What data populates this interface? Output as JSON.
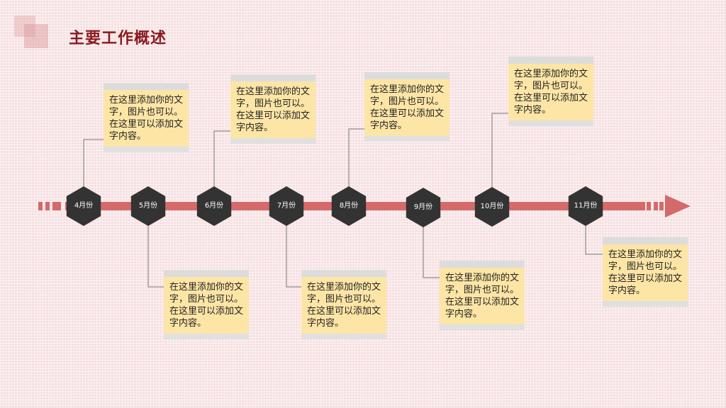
{
  "title": "主要工作概述",
  "colors": {
    "accent": "#8a1a1f",
    "arrow": "#d46a6a",
    "hex": "#333333",
    "note": "#fde5a6"
  },
  "milestones": [
    {
      "label": "4月份",
      "note": "在这里添加你的文字，图片也可以。在这里可以添加文字内容。",
      "position": "above"
    },
    {
      "label": "5月份",
      "note": "在这里添加你的文字，图片也可以。在这里可以添加文字内容。",
      "position": "below"
    },
    {
      "label": "6月份",
      "note": "在这里添加你的文字，图片也可以。在这里可以添加文字内容。",
      "position": "above"
    },
    {
      "label": "7月份",
      "note": "在这里添加你的文字，图片也可以。在这里可以添加文字内容。",
      "position": "below"
    },
    {
      "label": "8月份",
      "note": "在这里添加你的文字，图片也可以。在这里可以添加文字内容。",
      "position": "above"
    },
    {
      "label": "9月份",
      "note": "在这里添加你的文字，图片也可以。在这里可以添加文字内容。",
      "position": "below"
    },
    {
      "label": "10月份",
      "note": "在这里添加你的文字，图片也可以。在这里可以添加文字内容。",
      "position": "above"
    },
    {
      "label": "11月份",
      "note": "在这里添加你的文字，图片也可以。在这里可以添加文字内容。",
      "position": "below"
    }
  ]
}
